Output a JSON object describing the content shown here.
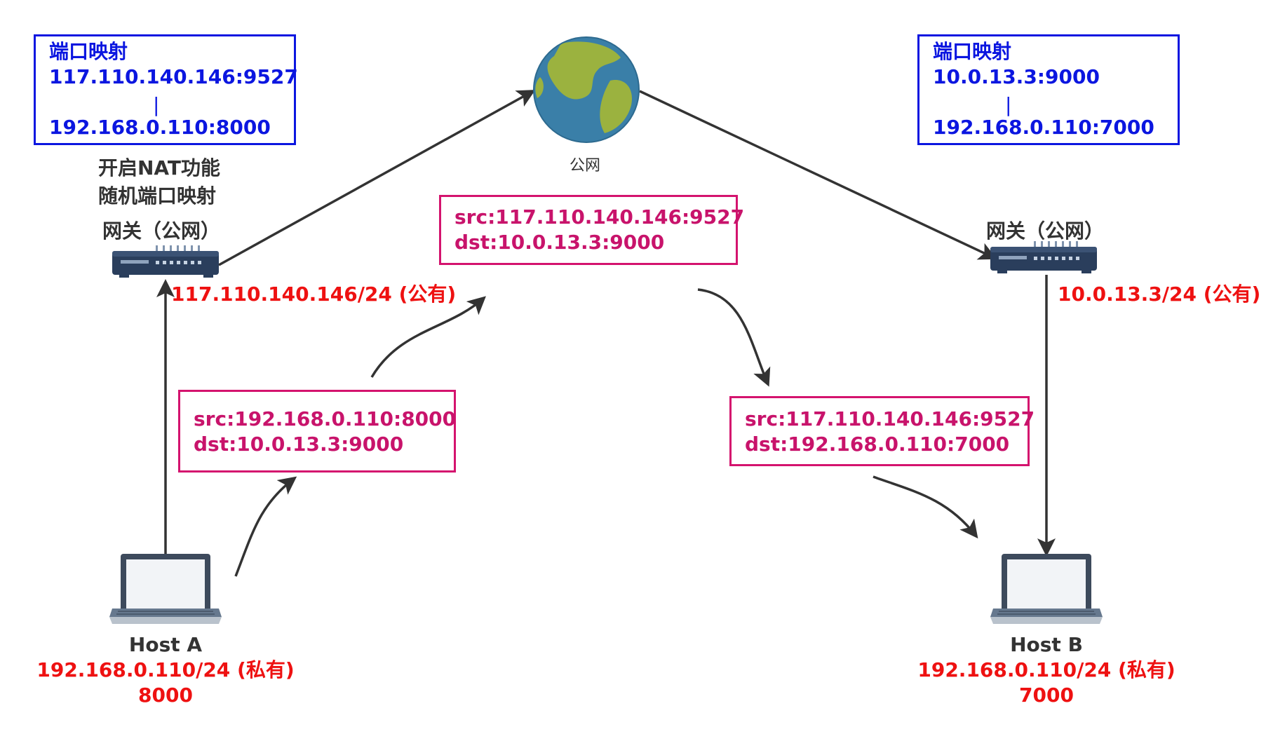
{
  "left_mapping": {
    "title": "端口映射",
    "public": "117.110.140.146:9527",
    "connector": "|",
    "private": "192.168.0.110:8000"
  },
  "right_mapping": {
    "title": "端口映射",
    "public": "10.0.13.3:9000",
    "connector": "|",
    "private": "192.168.0.110:7000"
  },
  "left_gateway": {
    "nat_line1": "开启NAT功能",
    "nat_line2": "随机端口映射",
    "name": "网关（公网）",
    "ip": "117.110.140.146/24 (公有)"
  },
  "right_gateway": {
    "name": "网关（公网）",
    "ip": "10.0.13.3/24 (公有)"
  },
  "internet": {
    "label": "公网"
  },
  "packets": {
    "host_a_out": {
      "src": "src:192.168.0.110:8000",
      "dst": "dst:10.0.13.3:9000"
    },
    "internet_in": {
      "src": "src:117.110.140.146:9527",
      "dst": "dst:10.0.13.3:9000"
    },
    "host_b_in": {
      "src": "src:117.110.140.146:9527",
      "dst": "dst:192.168.0.110:7000"
    }
  },
  "host_a": {
    "name": "Host A",
    "ip": "192.168.0.110/24 (私有)",
    "port": "8000"
  },
  "host_b": {
    "name": "Host B",
    "ip": "192.168.0.110/24 (私有)",
    "port": "7000"
  },
  "colors": {
    "mapping_border": "#0b16e0",
    "packet_border": "#d4136e",
    "ip_red": "#ee1111",
    "arrow": "#333333"
  }
}
